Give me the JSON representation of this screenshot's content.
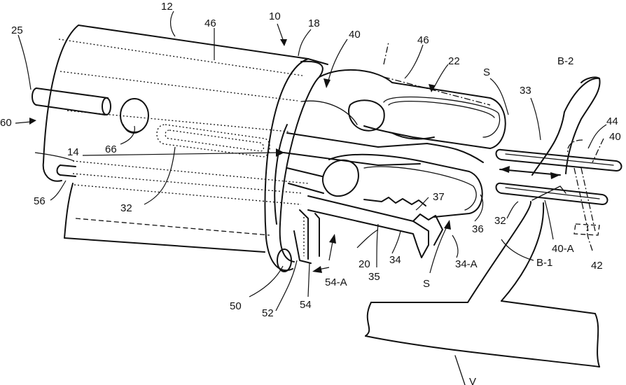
{
  "labels": {
    "l12": "12",
    "l46a": "46",
    "l10": "10",
    "l18": "18",
    "l40a": "40",
    "l46b": "46",
    "l22": "22",
    "lS1": "S",
    "lB2": "B-2",
    "l25": "25",
    "l33": "33",
    "l44": "44",
    "l40b": "40",
    "l60": "60",
    "l66": "66",
    "l14": "14",
    "l37": "37",
    "l56": "56",
    "l32a": "32",
    "l32b": "32",
    "l36": "36",
    "l40A": "40-A",
    "l20": "20",
    "l34A": "34-A",
    "lB1": "B-1",
    "l34": "34",
    "l35": "35",
    "l54A": "54-A",
    "lS2": "S",
    "l42": "42",
    "l50": "50",
    "l52": "52",
    "l54": "54",
    "lV": "V"
  }
}
